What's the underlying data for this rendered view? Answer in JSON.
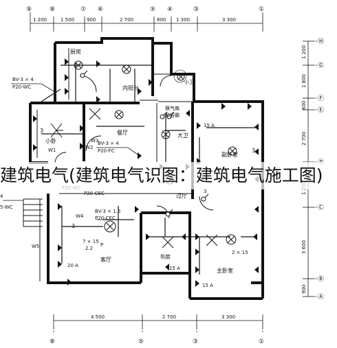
{
  "caption": "建筑电气(建筑电气识图：建筑电气施工图)",
  "grid_top": [
    "⑨",
    "⑧",
    "⑦",
    "⑥",
    "⑤",
    "④",
    "③",
    "①"
  ],
  "grid_bottom": [
    "⑧",
    "⑤",
    "③",
    "①"
  ],
  "grid_right": [
    "Ⓗ",
    "Ⓖ",
    "Ⓕ",
    "Ⓔ",
    "Ⓓ",
    "Ⓒ",
    "Ⓑ",
    "Ⓐ"
  ],
  "dims_top": [
    "1 200",
    "1 500",
    "900",
    "2 700",
    "800",
    "1 300",
    "3 300"
  ],
  "dims_bottom": [
    "4 500",
    "2 700",
    "3 300"
  ],
  "dims_right": [
    "1 200",
    "1 800",
    "600",
    "2 700",
    "1 200",
    "3 600",
    "900"
  ],
  "rooms": {
    "kitchen": "厨房",
    "inner_balcony": "内阳台",
    "small_wc": "小卫",
    "small_bedroom": "小卧",
    "dining": "餐厅",
    "big_wc": "大卫",
    "secondary_bedroom": "副卧室",
    "hall": "过厅",
    "living": "客厅",
    "study": "书房",
    "master_bedroom": "主卧室",
    "exhaust": "换气扇",
    "bath_heater": "和浴霸"
  },
  "wiring": {
    "w1_top": "BV-3 × 4",
    "w1_bottom": "P20-WC",
    "w2_top": "BV-3 × 4",
    "w2_bottom": "P20-FC",
    "w3_top": "BV-3 × 1.5",
    "w3_bottom": "P20-CEC",
    "p25": "P25-WC",
    "cec": "P20-CEC"
  },
  "circuits": [
    "W1",
    "W2",
    "W3",
    "W4",
    "W5"
  ],
  "labels": {
    "a20": "20 A",
    "a15_1": "15 A",
    "a15_2": "15 A",
    "a15_3": "15 A",
    "lamp_top": "7 × 15",
    "lamp_bottom": "2.2",
    "lamp_p": "P",
    "master_lamp": "2 × 15",
    "n3_1": "3",
    "n3_2": "3",
    "n3_3": "3",
    "n3_4": "3",
    "n4": "4",
    "n4_left": "4",
    "wc_left": "5-WC",
    "p25_left": "P25-WC"
  }
}
